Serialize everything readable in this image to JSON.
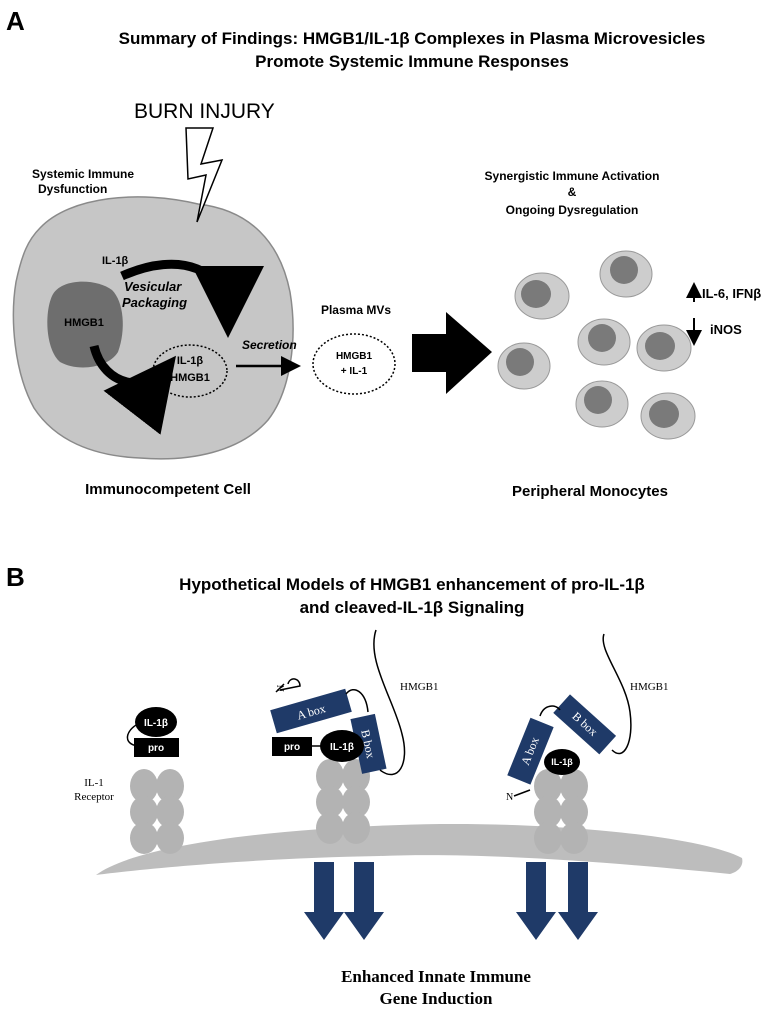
{
  "panel_a": {
    "letter": "A",
    "title_line1": "Summary of Findings: HMGB1/IL-1β Complexes in Plasma Microvesicles",
    "title_line2": "Promote Systemic Immune Responses",
    "burn_injury": "BURN INJURY",
    "systemic_line1": "Systemic Immune",
    "systemic_line2": "Dysfunction",
    "il1b": "IL-1β",
    "hmgb1": "HMGB1",
    "vesicular_line1": "Vesicular",
    "vesicular_line2": "Packaging",
    "vesicle_line1": "IL-1β",
    "vesicle_line2": "HMGB1",
    "secretion": "Secretion",
    "plasma_mvs": "Plasma MVs",
    "mv_line1": "HMGB1",
    "mv_line2": "+ IL-1",
    "synergistic_line1": "Synergistic Immune Activation",
    "synergistic_line2": "&",
    "synergistic_line3": "Ongoing Dysregulation",
    "up_label": "IL-6, IFNβ",
    "down_label": "iNOS",
    "cell_caption": "Immunocompetent Cell",
    "monocytes_caption": "Peripheral Monocytes"
  },
  "panel_b": {
    "letter": "B",
    "title_line1": "Hypothetical Models of HMGB1 enhancement of pro-IL-1β",
    "title_line2": "and cleaved-IL-1β Signaling",
    "model1": {
      "il1b": "IL-1β",
      "pro": "pro"
    },
    "model2": {
      "a_box": "A box",
      "b_box": "B box",
      "hmgb1": "HMGB1",
      "pro": "pro",
      "il1b": "IL-1β",
      "n_term": "N"
    },
    "model3": {
      "a_box": "A box",
      "b_box": "B box",
      "hmgb1": "HMGB1",
      "il1b": "IL-1β",
      "n_term": "N"
    },
    "receptor_line1": "IL-1",
    "receptor_line2": "Receptor",
    "caption_line1": "Enhanced Innate Immune",
    "caption_line2": "Gene Induction"
  },
  "colors": {
    "cell_gray": "#c6c6c6",
    "nucleus_gray": "#6e6e6e",
    "receptor_gray": "#b3b3b3",
    "membrane_gray": "#bdbdbd",
    "hmgb1_blue": "#1f3a68"
  }
}
